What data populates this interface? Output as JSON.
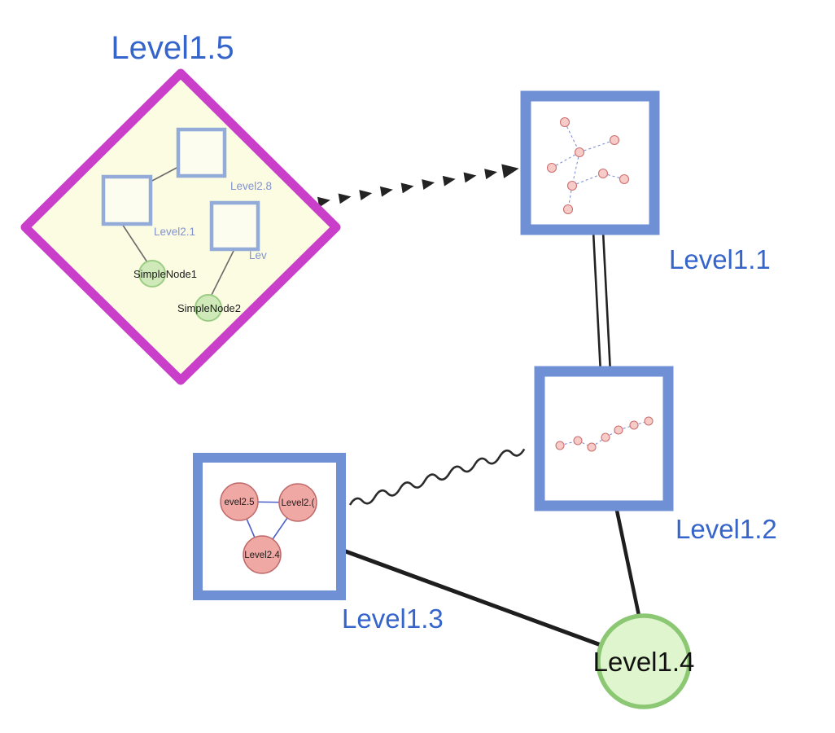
{
  "diagram": {
    "background": "#ffffff",
    "labels": {
      "level15": "Level1.5",
      "level11": "Level1.1",
      "level12": "Level1.2",
      "level13": "Level1.3",
      "level14": "Level1.4"
    },
    "level15_group": {
      "square_top": "Level2.8",
      "square_left": "Level2.1",
      "square_right_clipped": "Lev",
      "green_node_1": "SimpleNode1",
      "green_node_2": "SimpleNode2"
    },
    "level13_group": {
      "circle_left_clipped": "evel2.5",
      "circle_right_clipped": "Level2.(",
      "circle_bottom": "Level2.4"
    },
    "edges": [
      {
        "from": "Level1.5",
        "to": "Level1.1",
        "style": "thick-dashed-arrow"
      },
      {
        "from": "Level1.1",
        "to": "Level1.2",
        "style": "double-parallel-lines"
      },
      {
        "from": "Level1.3",
        "to": "Level1.2",
        "style": "wavy-line"
      },
      {
        "from": "Level1.3",
        "to": "Level1.4",
        "style": "solid-thick-line"
      },
      {
        "from": "Level1.2",
        "to": "Level1.4",
        "style": "solid-thick-line"
      },
      {
        "from": "Level2.8",
        "to": "Level2.1",
        "style": "thin-gray-line",
        "inside": "Level1.5"
      },
      {
        "from": "Level2.1",
        "to": "SimpleNode1",
        "style": "thin-gray-line",
        "inside": "Level1.5"
      },
      {
        "from": "Lev",
        "to": "SimpleNode2",
        "style": "thin-gray-line",
        "inside": "Level1.5"
      },
      {
        "from": "evel2.5",
        "to": "Level2.(",
        "style": "thin-blue-line",
        "inside": "Level1.3"
      },
      {
        "from": "evel2.5",
        "to": "Level2.4",
        "style": "thin-blue-line",
        "inside": "Level1.3"
      },
      {
        "from": "Level2.(",
        "to": "Level2.4",
        "style": "thin-blue-line",
        "inside": "Level1.3"
      }
    ],
    "group_contents": {
      "level11": {
        "mini_nodes": 8,
        "edge_style": "dashed-blue"
      },
      "level12": {
        "mini_nodes": 7,
        "edge_style": "dashed-blue"
      }
    },
    "colors": {
      "label_blue": "#3564cb",
      "diamond_stroke": "#c93fc9",
      "diamond_fill": "#fbfce1",
      "group_square_stroke": "#7090d5",
      "inner_square_stroke": "#93abd9",
      "inner_square_fill": "#fcfdee",
      "green_node_fill": "#def5cd",
      "green_node_stroke": "#8cc873",
      "small_green_fill": "#cfeab8",
      "small_green_stroke": "#9ccd84",
      "pink_node_fill": "#f0a8a4",
      "pink_node_stroke": "#bf6a6a",
      "mini_node_fill": "#f7cbc7",
      "mini_node_stroke": "#cc7070",
      "mini_edge_blue": "#8191d6",
      "inner_blue_edge": "#4b5fc9",
      "edge_black": "#232323"
    }
  }
}
